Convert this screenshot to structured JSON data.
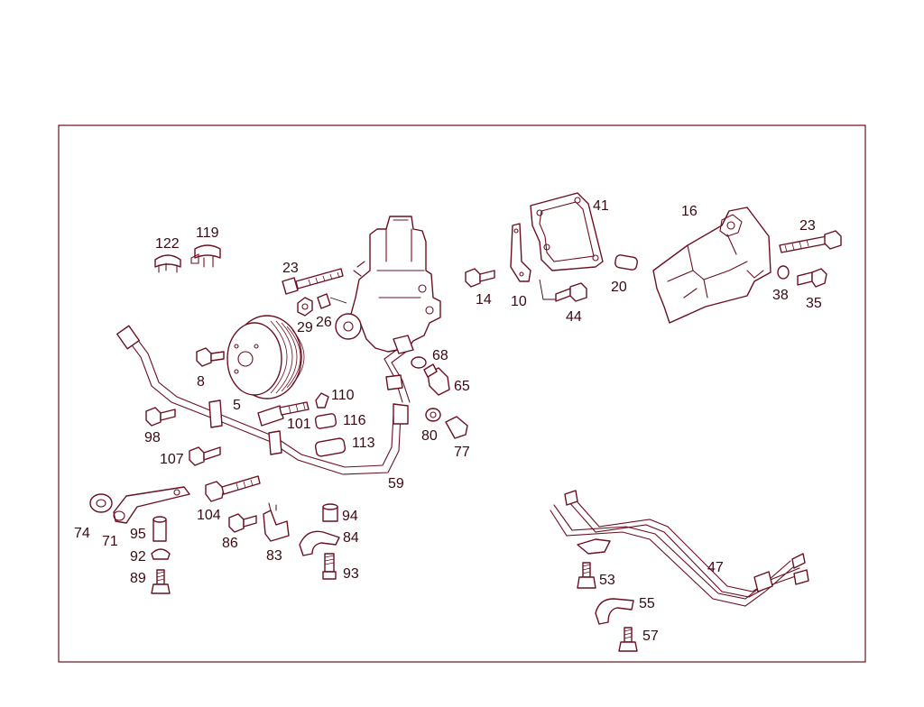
{
  "colors": {
    "line": "#6a1020",
    "text": "#3a0a12",
    "frame": "#6a1020",
    "background": "#ffffff"
  },
  "callouts": {
    "c122": "122",
    "c119": "119",
    "c23a": "23",
    "c29": "29",
    "c26": "26",
    "c8": "8",
    "c5": "5",
    "c98": "98",
    "c107": "107",
    "c101": "101",
    "c110": "110",
    "c116": "116",
    "c113": "113",
    "c59": "59",
    "c68": "68",
    "c65": "65",
    "c80": "80",
    "c77": "77",
    "c14": "14",
    "c10": "10",
    "c44": "44",
    "c41": "41",
    "c20": "20",
    "c16": "16",
    "c23b": "23",
    "c38": "38",
    "c35": "35",
    "c74": "74",
    "c71": "71",
    "c95": "95",
    "c92": "92",
    "c89": "89",
    "c104": "104",
    "c86": "86",
    "c83": "83",
    "c94": "94",
    "c84": "84",
    "c93": "93",
    "c47": "47",
    "c53": "53",
    "c55": "55",
    "c57": "57"
  }
}
